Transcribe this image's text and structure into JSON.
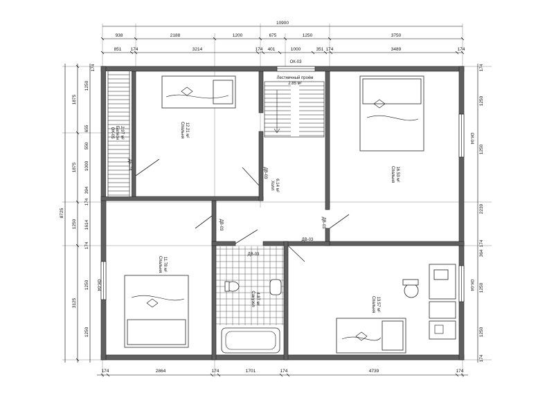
{
  "dimensions": {
    "total_top": "10900",
    "top_row_1": [
      "938",
      "2188",
      "1200",
      "675",
      "1250",
      "3750"
    ],
    "top_row_2": [
      "851",
      "174",
      "3214",
      "174",
      "401",
      "1000",
      "351",
      "174",
      "3489",
      "174"
    ],
    "top_corner": "174",
    "left_outer": "8725",
    "left_col_1": [
      "1875",
      "1875",
      "1250",
      "3125"
    ],
    "left_col_2": [
      "1250",
      "655",
      "550",
      "1000",
      "394",
      "174",
      "1614",
      "174",
      "1250",
      "1250"
    ],
    "right_col": [
      "174",
      "1250",
      "1250",
      "2239",
      "174",
      "364",
      "1250",
      "1250",
      "174"
    ],
    "bottom_row": [
      "174",
      "2864",
      "174",
      "1701",
      "174",
      "4739",
      "174"
    ]
  },
  "rooms": {
    "balcony": {
      "name": "Балкон",
      "area": "2.97 м²"
    },
    "bedroom_1": {
      "name": "Спальня",
      "area": "12.21 м²"
    },
    "stair": {
      "name": "Лестничный проём",
      "area": "2.85 м²"
    },
    "hall": {
      "name": "Холл",
      "area": "6.14 м²"
    },
    "bedroom_2": {
      "name": "Спальня",
      "area": "16.53 м²"
    },
    "bedroom_3": {
      "name": "Спальня",
      "area": "11.78 м²"
    },
    "bathroom": {
      "name": "Санузел",
      "area": "4.87 м²"
    },
    "bedroom_4": {
      "name": "Спальня",
      "area": "13.57 м²"
    }
  },
  "openings": {
    "window_top": "ОК-03",
    "window_balcony": "ОК-05",
    "door_balcony": "ДБ-74",
    "window_right": "ОК-04",
    "window_left": "ОК-04",
    "window_right_lower": "ОК-04",
    "door_hall_1": "ДВ-03",
    "door_hall_2": "ДВ-03",
    "door_hall_3": "ДВ-03",
    "door_hall_4": "ДВ-03",
    "door_bath": "ДВ-03"
  }
}
